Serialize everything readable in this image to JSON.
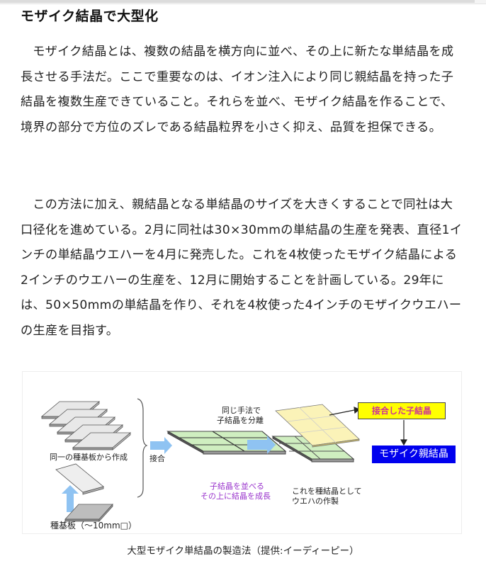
{
  "section": {
    "heading": "モザイク結晶で大型化"
  },
  "paragraphs": [
    "モザイク結晶とは、複数の結晶を横方向に並べ、その上に新たな単結晶を成長させる手法だ。ここで重要なのは、イオン注入により同じ親結晶を持った子結晶を複数生産できていること。それらを並べ、モザイク結晶を作ることで、境界の部分で方位のズレである結晶粒界を小さく抑え、品質を担保できる。",
    "この方法に加え、親結晶となる単結晶のサイズを大きくすることで同社は大口径化を進めている。2月に同社は30×30mmの単結晶の生産を発表、直径1インチの単結晶ウエハーを4月に発売した。これを4枚使ったモザイク結晶による2インチのウエハーの生産を、12月に開始することを計画している。29年には、50×50mmの単結晶を作り、それを4枚使った4インチのモザイクウエハーの生産を目指す。"
  ],
  "figure": {
    "labels": {
      "same_seed": "同一の種基板から作成",
      "seed_substrate": "種基板（～10mm□）",
      "bond": "接合",
      "same_method_1": "同じ手法で",
      "same_method_2": "子結晶を分離",
      "arrange_1": "子結晶を並べる",
      "arrange_2": "その上に結晶を成長",
      "use_as_seed_1": "これを種結晶として",
      "use_as_seed_2": "ウエハの作製",
      "bonded_child": "接合した子結晶",
      "mosaic_parent": "モザイク親結晶"
    },
    "colors": {
      "plate_gray": "#e6e6e6",
      "plate_green": "#cfeec0",
      "plate_yellow": "#fbf3b8",
      "arrow_blue": "#8fc3f2",
      "box_yellow": "#ffff00",
      "box_blue": "#0000ee",
      "text_purple": "#9933cc",
      "text_pink": "#cc3399"
    }
  },
  "caption": "大型モザイク単結晶の製造法（提供:イーディーピー）"
}
